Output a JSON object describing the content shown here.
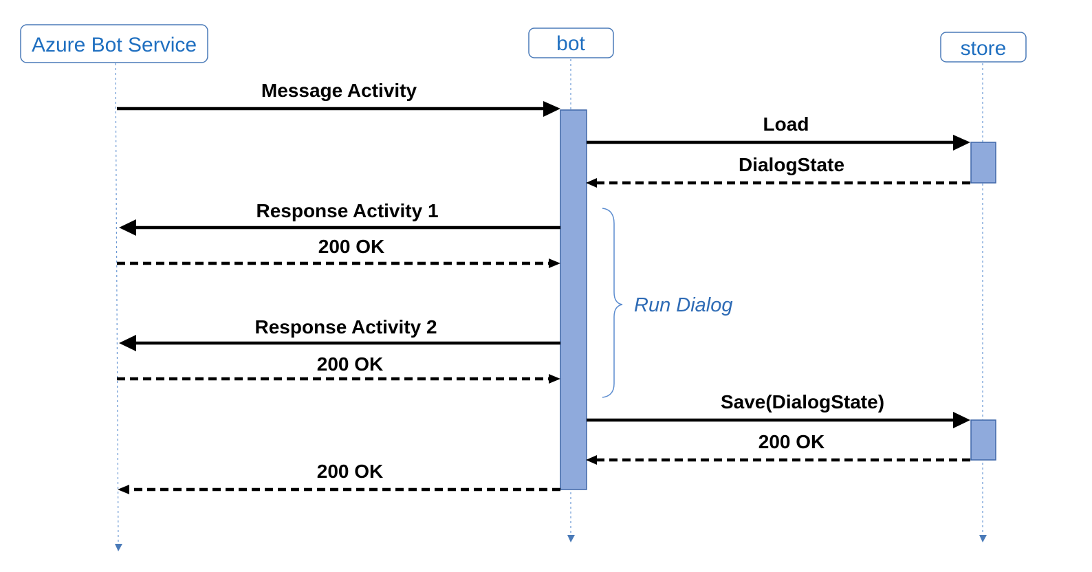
{
  "participants": {
    "azure": "Azure Bot Service",
    "bot": "bot",
    "store": "store"
  },
  "messages": {
    "m1": "Message Activity",
    "m2": "Load",
    "m3": "DialogState",
    "m4": "Response Activity 1",
    "m5": "200 OK",
    "m6": "Response Activity 2",
    "m7": "200 OK",
    "m8": "Save(DialogState)",
    "m9": "200 OK",
    "m10": "200 OK"
  },
  "annotation": {
    "run_dialog": "Run Dialog"
  },
  "colors": {
    "participant_text": "#1f6fc0",
    "participant_border": "#4a7ab8",
    "activation_fill": "#8faadc",
    "message": "#000000",
    "annotation": "#2e6bb5"
  }
}
